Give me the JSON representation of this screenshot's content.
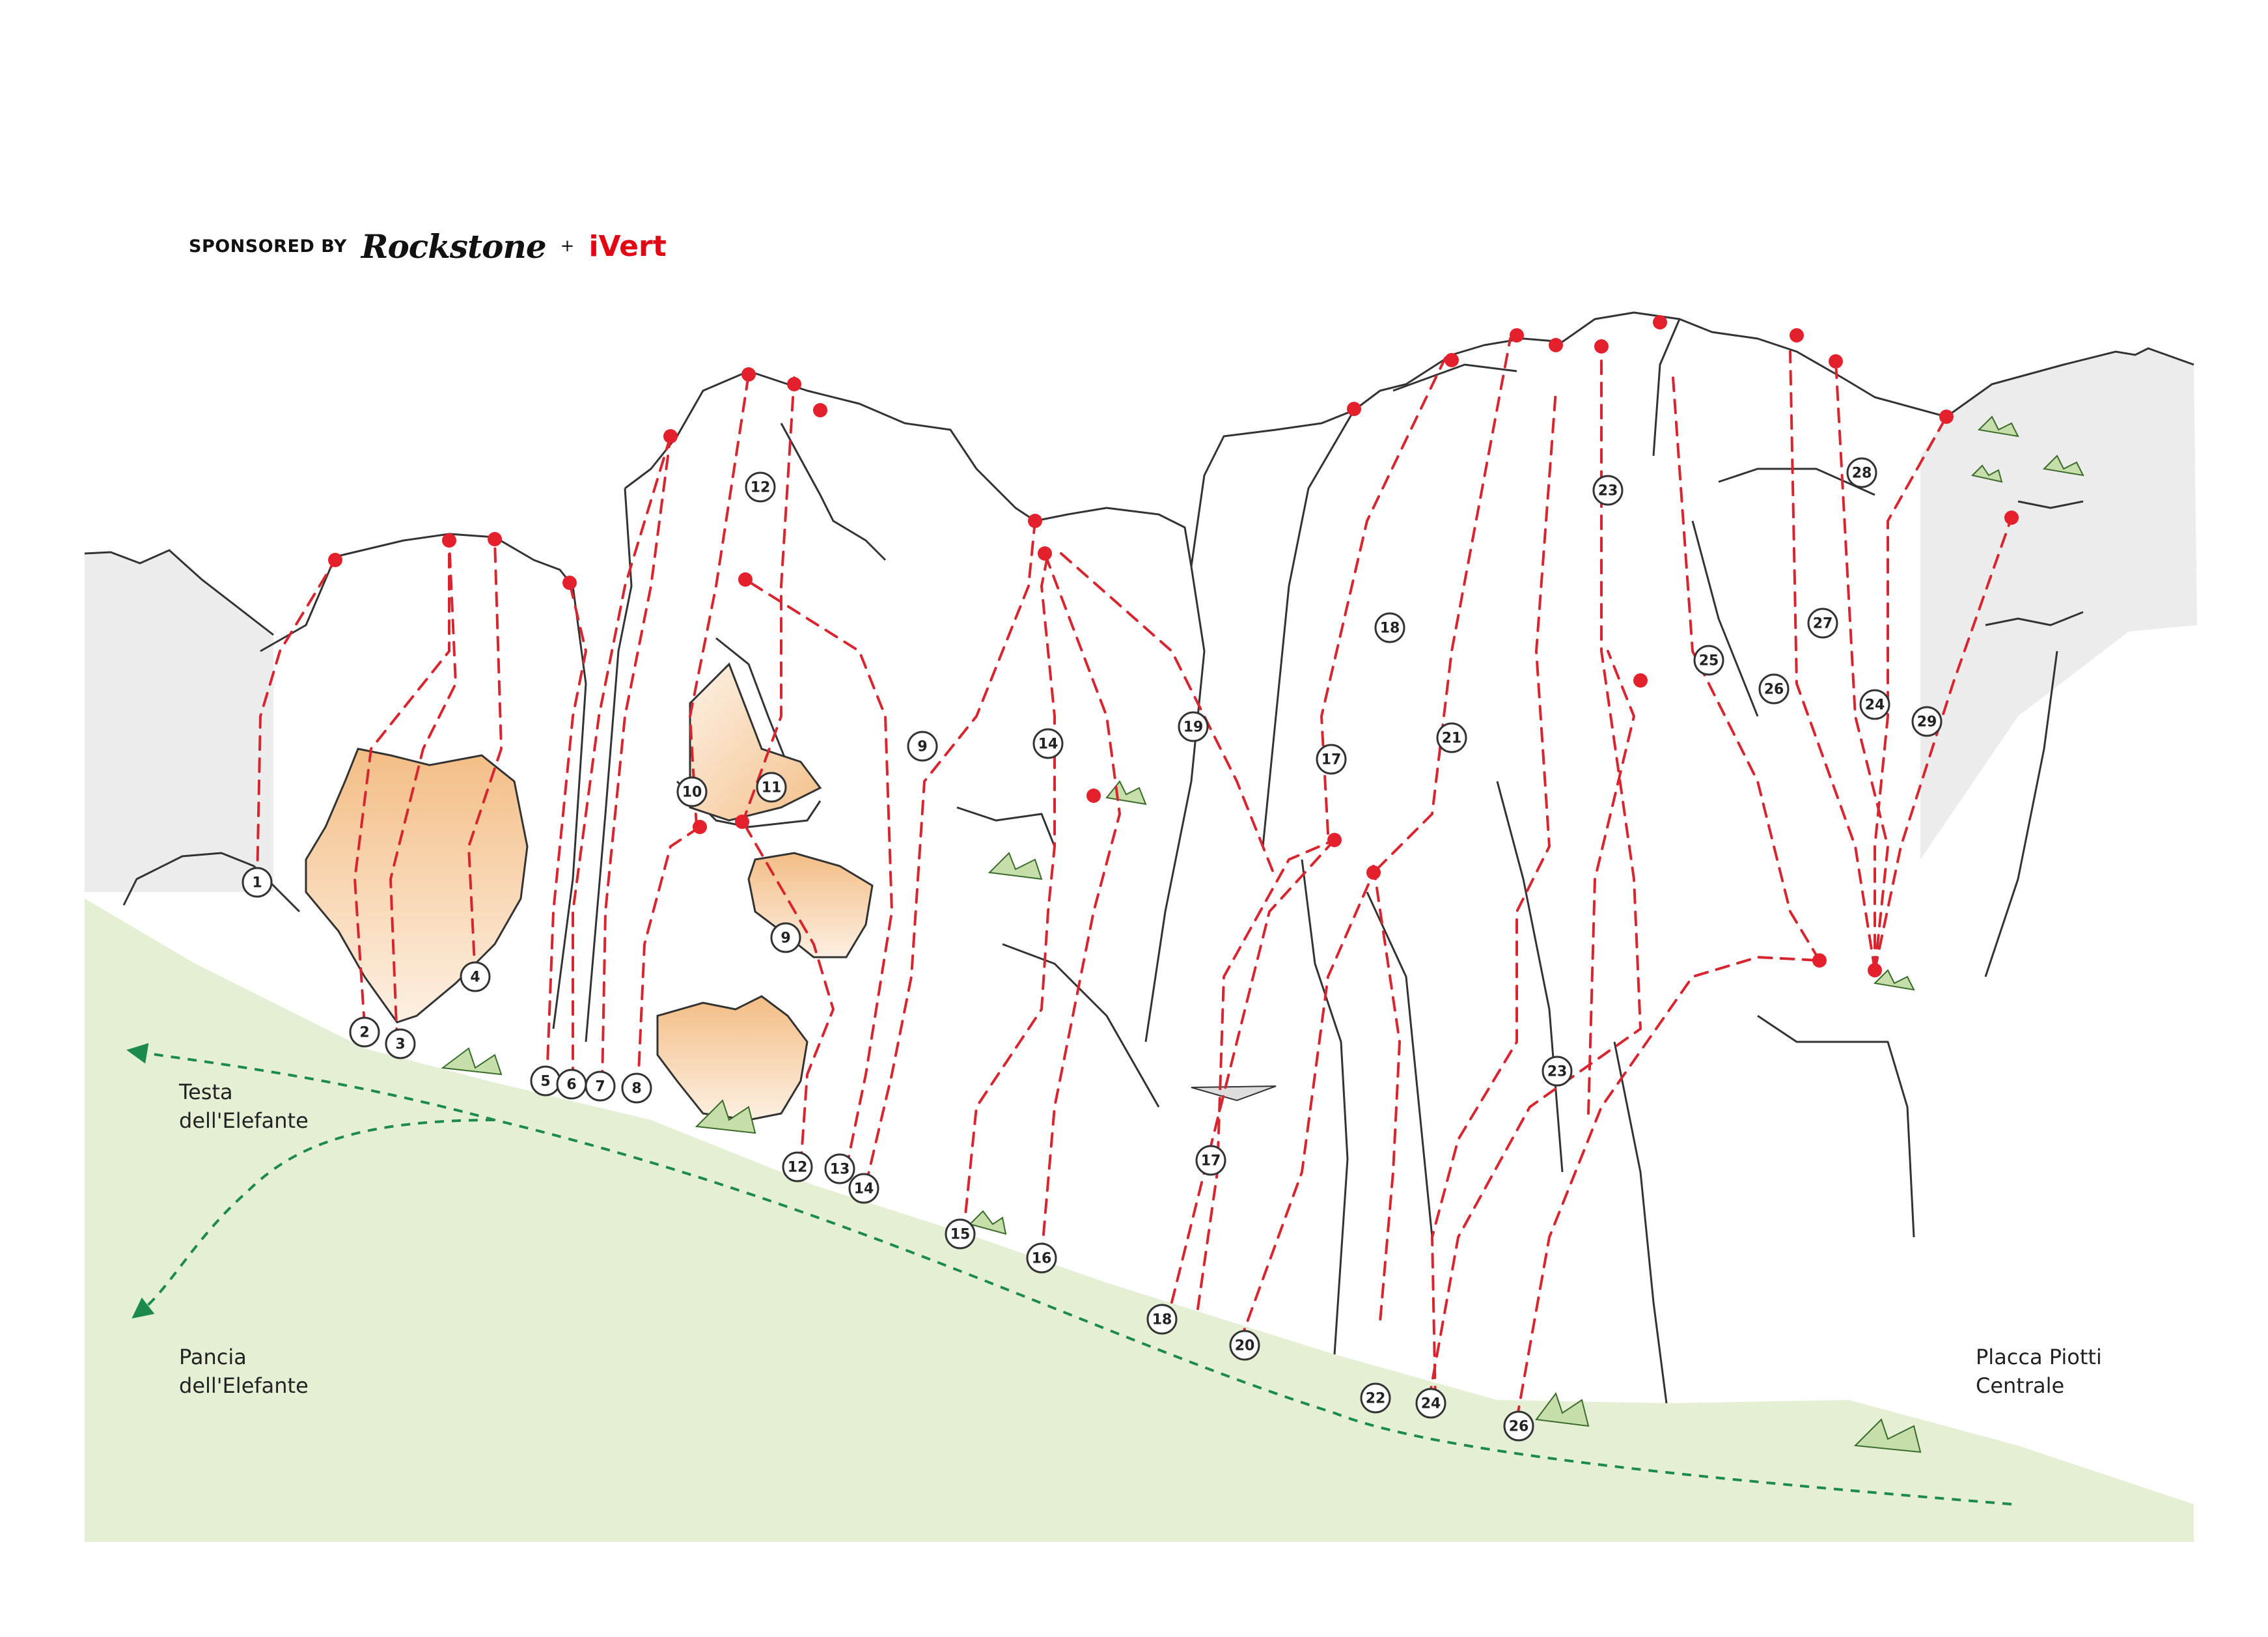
{
  "sponsor": {
    "label": "SPONSORED BY",
    "brand_a": "Rockstone",
    "plus": "+",
    "brand_b": "iVert"
  },
  "sectors": [
    {
      "id": "testa",
      "label": "Testa\ndell'Elefante"
    },
    {
      "id": "pancia",
      "label": "Pancia\ndell'Elefante"
    },
    {
      "id": "placca",
      "label": "Placca Piotti\nCentrale"
    }
  ],
  "colors": {
    "route": "#d7262f",
    "ground": "#e4efd4",
    "path": "#1b8a4a",
    "rock_line": "#333333",
    "shade": "#ebebeb",
    "overhang": "#f3c08a"
  },
  "routes": [
    "1",
    "2",
    "3",
    "4",
    "5",
    "6",
    "7",
    "8",
    "9",
    "9",
    "10",
    "11",
    "12",
    "12",
    "13",
    "14",
    "14",
    "15",
    "16",
    "17",
    "17",
    "18",
    "18",
    "19",
    "20",
    "21",
    "22",
    "23",
    "23",
    "24",
    "24",
    "25",
    "26",
    "26",
    "27",
    "28",
    "29"
  ]
}
